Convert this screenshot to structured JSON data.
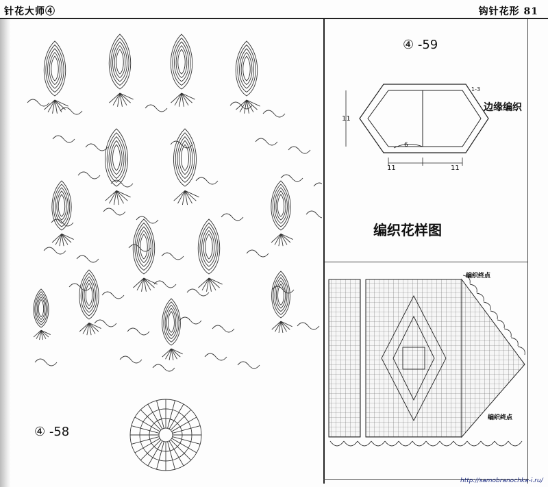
{
  "header": {
    "left_title": "针花大师④",
    "right_title": "钩针花形",
    "page_number": "81"
  },
  "figures": {
    "left_label": "④ -58",
    "right_label": "④ -59"
  },
  "diagram": {
    "edge_label": "边缘编织",
    "dim_left": "11",
    "dim_bottom_left": "11",
    "dim_bottom_right": "11",
    "dim_inner": "6",
    "dim_corner": "1-3"
  },
  "chart": {
    "title": "编织花样图",
    "end_top": "编织终点",
    "end_bottom": "编织终点"
  },
  "watermark": "http://samobranochka-i.ru/"
}
